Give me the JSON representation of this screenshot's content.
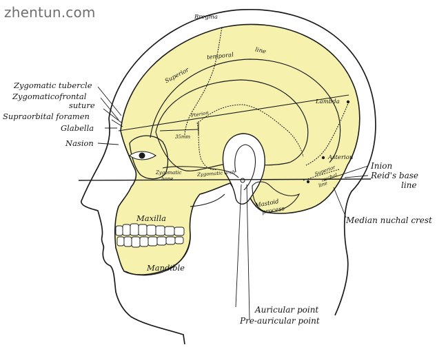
{
  "watermark": "zhentun.com",
  "colors": {
    "bone": "#f6f2ae",
    "ink": "#1b1b1b",
    "background": "#ffffff"
  },
  "labels": {
    "zygomatic_tubercle": "Zygomatic tubercle",
    "zygomaticofrontal_suture_1": "Zygomaticofrontal",
    "zygomaticofrontal_suture_2": "suture",
    "supraorbital_foramen": "Supraorbital foramen",
    "glabella": "Glabella",
    "nasion": "Nasion",
    "bregma": "Bregma",
    "superior_temporal_line_1": "Superior",
    "superior_temporal_line_2": "temporal",
    "superior_temporal_line_3": "line",
    "pterion": "Pterion",
    "measure_35mm": "35mm",
    "lambda": "Lambda",
    "asterion": "Asterion",
    "inion": "Inion",
    "reids_base_line_1": "Reid's base",
    "reids_base_line_2": "line",
    "zygomatic_bone_1": "Zygomatic",
    "zygomatic_bone_2": "bone",
    "zygomatic_arch": "Zygomatic arch",
    "superior_nuchal_line_1": "Superior",
    "superior_nuchal_line_2": "nuchal",
    "superior_nuchal_line_3": "line",
    "mastoid_process_1": "Mastoid",
    "mastoid_process_2": "process",
    "median_nuchal_crest": "Median nuchal crest",
    "maxilla": "Maxilla",
    "mandible": "Mandible",
    "auricular_point": "Auricular point",
    "pre_auricular_point": "Pre-auricular point"
  }
}
